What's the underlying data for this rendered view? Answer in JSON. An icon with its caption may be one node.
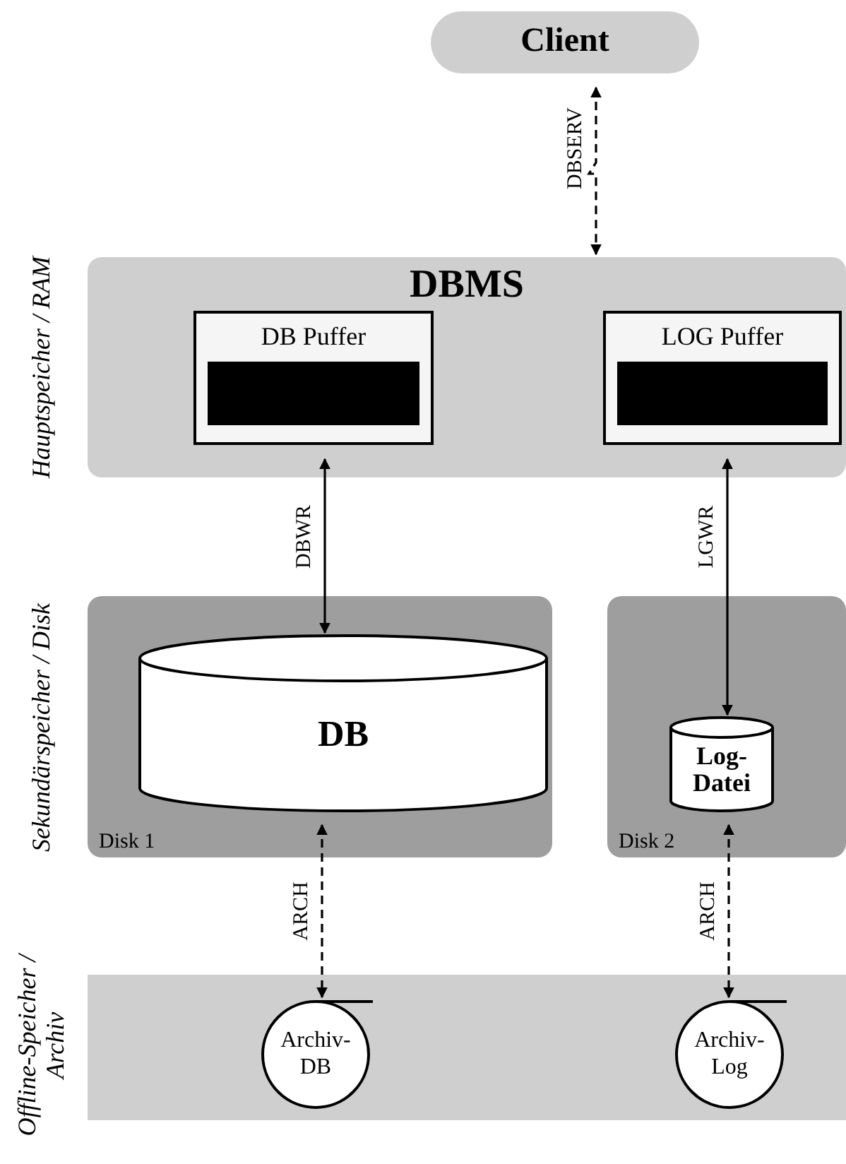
{
  "diagram": {
    "nodes": [
      {
        "text": [
          "Client"
        ]
      },
      {
        "text": [
          "DBMS"
        ]
      },
      {
        "text": [
          "DB Puffer"
        ],
        "in": 1
      },
      {
        "text": [],
        "shape": "bar",
        "in": 2
      },
      {
        "text": [
          "LOG Puffer"
        ],
        "in": 1
      },
      {
        "text": [],
        "shape": "bar",
        "in": 4
      },
      {
        "text": [
          "Disk 1"
        ]
      },
      {
        "text": [
          "DB"
        ],
        "in": 6
      },
      {
        "text": [
          "Disk 2"
        ]
      },
      {
        "text": [
          "Log-Datei"
        ],
        "in": 8
      },
      {
        "text": [],
        "shape": "box"
      },
      {
        "text": [
          "Archiv-DB"
        ],
        "in": 10
      },
      {
        "text": [
          "Archiv-Log"
        ],
        "in": 10
      }
    ],
    "edges": [
      {
        "from": 0,
        "to": 1,
        "arrow": "both",
        "label": "DBSERV",
        "style": "dashed"
      },
      {
        "from": 2,
        "to": 7,
        "arrow": "both",
        "label": "DBWR"
      },
      {
        "from": 4,
        "to": 9,
        "arrow": "both",
        "label": "LGWR"
      },
      {
        "from": 7,
        "to": 11,
        "arrow": "both",
        "label": "ARCH",
        "style": "dashed"
      },
      {
        "from": 9,
        "to": 12,
        "arrow": "both",
        "label": "ARCH",
        "style": "dashed"
      }
    ],
    "labels": [
      "Hauptspeicher / RAM",
      "Sekundärspeicher / Disk",
      "Offline-Speicher / Archiv"
    ]
  }
}
